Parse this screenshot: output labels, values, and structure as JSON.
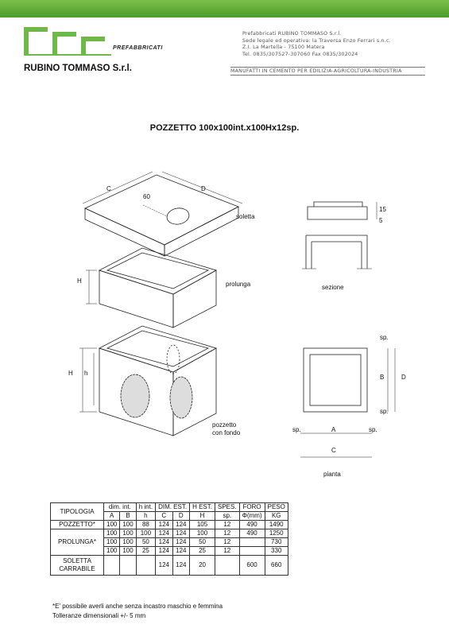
{
  "header": {
    "prefab_label": "PREFABBRICATI",
    "company_name": "RUBINO TOMMASO S.r.l.",
    "info_lines": [
      "Prefabbricati RUBINO TOMMASO S.r.l.",
      "Sede legale ed operativa: la Traversa Enzo Ferrari s.n.c.",
      "Z.I. La Martella - 75100 Matera",
      "Tel. 0835/307527-307060   Fax 0835/302024"
    ],
    "tagline": "MANUFATTI IN CEMENTO PER EDILIZIA-AGRICOLTURA-INDUSTRIA",
    "colors": {
      "green": "#5aa832",
      "logo_green": "#6fb84a"
    }
  },
  "title": "POZZETTO 100x100int.x100Hx12sp.",
  "drawing": {
    "labels": {
      "c": "C",
      "d": "D",
      "sixty": "60",
      "soletta": "soletta",
      "h": "H",
      "prolunga": "prolunga",
      "h_big": "H",
      "h_small": "h",
      "pozzetto": "pozzetto",
      "con_fondo": "con fondo",
      "dim_5": "5",
      "dim_15": "15",
      "sezione": "sezione",
      "sp_top": "sp.",
      "b": "B",
      "d_plan": "D",
      "sp_bottom": "sp.",
      "sp_left": "sp.",
      "a": "A",
      "sp_right": "sp.",
      "c_plan": "C",
      "pianta": "pianta"
    }
  },
  "table": {
    "headers": {
      "tipologia": "TIPOLOGIA",
      "dim_int": "dim. int.",
      "h_int": "h int.",
      "dim_est": "DIM. EST.",
      "h_est": "H EST.",
      "spes": "SPES.",
      "foro": "FORO",
      "peso": "PESO",
      "a": "A",
      "b": "B",
      "h": "h",
      "c": "C",
      "d": "D",
      "h_cap": "H",
      "sp": "sp.",
      "mm": "Φ(mm)",
      "kg": "KG"
    },
    "pozzetto": {
      "label": "POZZETTO*",
      "row": [
        "100",
        "100",
        "88",
        "124",
        "124",
        "105",
        "12",
        "490",
        "1490"
      ]
    },
    "prolunga": {
      "label": "PROLUNGA*",
      "rows": [
        [
          "100",
          "100",
          "100",
          "124",
          "124",
          "100",
          "12",
          "490",
          "1250"
        ],
        [
          "100",
          "100",
          "50",
          "124",
          "124",
          "50",
          "12",
          "",
          "730"
        ],
        [
          "100",
          "100",
          "25",
          "124",
          "124",
          "25",
          "12",
          "",
          "330"
        ]
      ]
    },
    "soletta": {
      "label_1": "SOLETTA",
      "label_2": "CARRABILE",
      "row": [
        "",
        "",
        "",
        "124",
        "124",
        "20",
        "",
        "600",
        "660"
      ]
    }
  },
  "notes": [
    "*E' possibile averli anche senza incastro maschio e femmina",
    "Tolleranze dimensionali +/- 5 mm"
  ]
}
